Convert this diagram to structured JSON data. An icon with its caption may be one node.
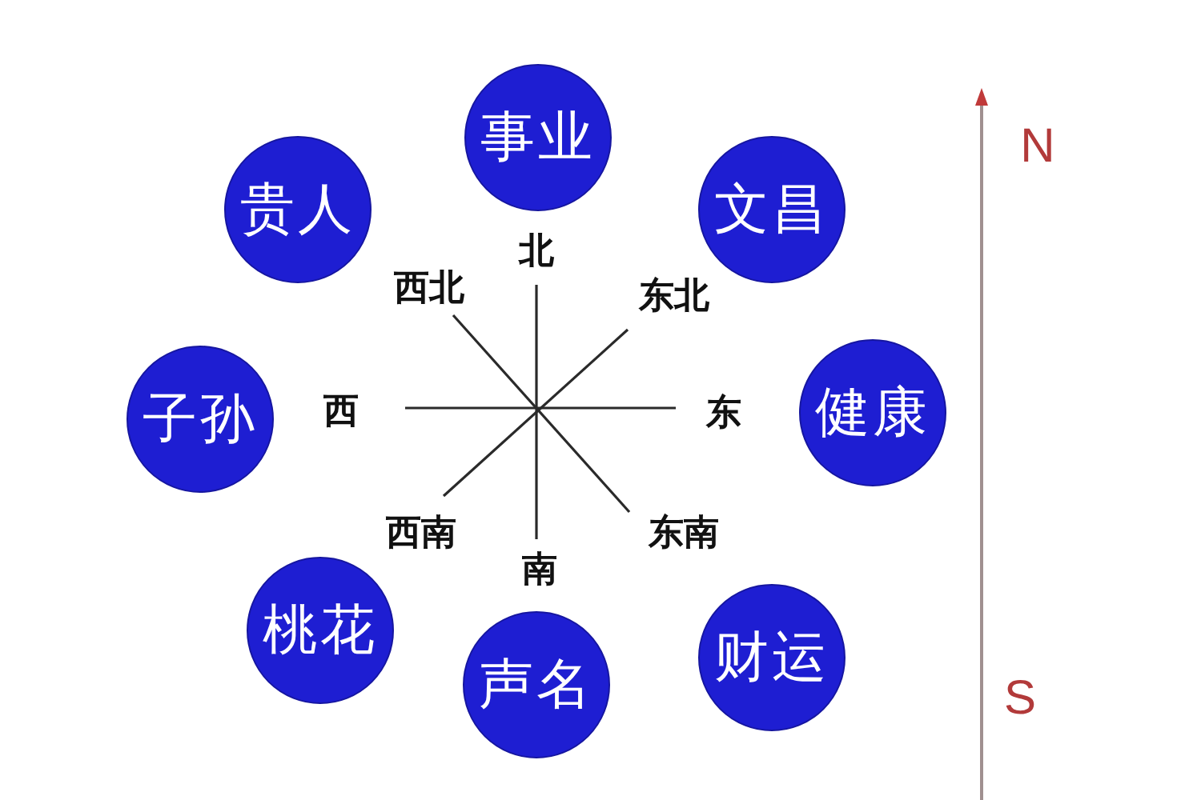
{
  "diagram": {
    "nodes": [
      {
        "text": [
          "事业"
        ]
      },
      {
        "text": [
          "贵人"
        ]
      },
      {
        "text": [
          "文昌"
        ]
      },
      {
        "text": [
          "子孙"
        ]
      },
      {
        "text": [
          "健康"
        ]
      },
      {
        "text": [
          "桃花"
        ]
      },
      {
        "text": [
          "声名"
        ]
      },
      {
        "text": [
          "财运"
        ]
      }
    ],
    "labels": [
      "N",
      "北",
      "西北",
      "东北",
      "西",
      "东",
      "西南",
      "南",
      "东南",
      "S"
    ]
  }
}
